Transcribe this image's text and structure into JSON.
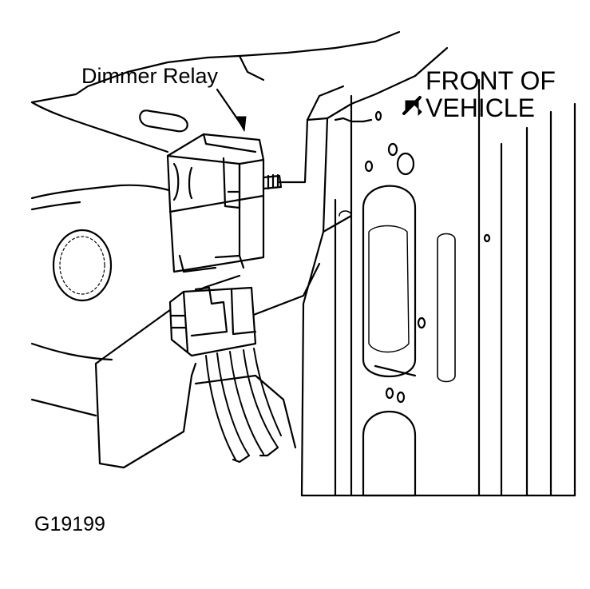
{
  "diagram": {
    "callout_label": "Dimmer Relay",
    "direction_label_line1": "FRONT OF",
    "direction_label_line2": "VEHICLE",
    "figure_id": "G19199",
    "direction_icon": "arrow-down-left-icon"
  }
}
